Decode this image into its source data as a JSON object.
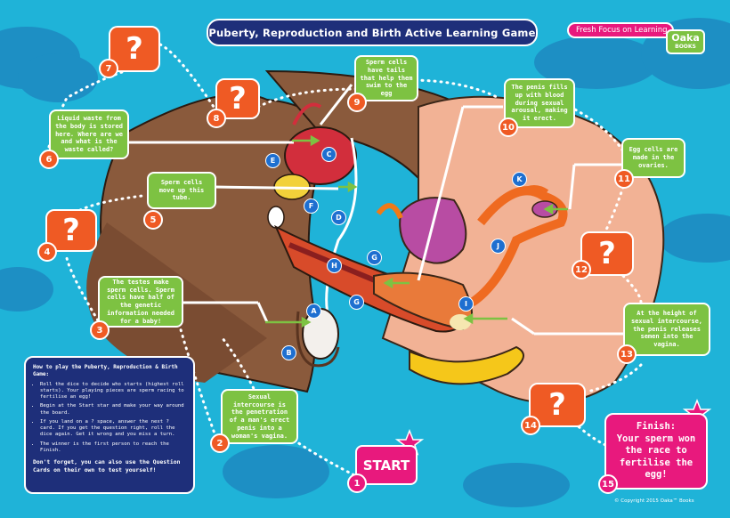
{
  "title": "Puberty, Reproduction and Birth Active Learning Game",
  "brand": {
    "tagline": "Fresh Focus on Learning",
    "logo_line1": "Oaka",
    "logo_line2": "BOOKS"
  },
  "colors": {
    "background": "#1fb3d8",
    "fact_card": "#7dc242",
    "question_card": "#ef5a24",
    "start_finish": "#e8197d",
    "panel": "#1e2f7a",
    "label_marker": "#1e6fd0"
  },
  "question_mark": "?",
  "spaces": [
    {
      "number": "1",
      "type": "start",
      "text": "START"
    },
    {
      "number": "2",
      "type": "fact",
      "text": "Sexual intercourse is the penetration of a man's erect penis into a woman's vagina."
    },
    {
      "number": "3",
      "type": "fact",
      "text": "The testes make sperm cells. Sperm cells have half of the genetic information needed for a baby!"
    },
    {
      "number": "4",
      "type": "question"
    },
    {
      "number": "5",
      "type": "fact",
      "text": "Sperm cells move up this tube."
    },
    {
      "number": "6",
      "type": "fact",
      "text": "Liquid waste from the body is stored here. Where are we and what is the waste called?"
    },
    {
      "number": "7",
      "type": "question"
    },
    {
      "number": "8",
      "type": "question"
    },
    {
      "number": "9",
      "type": "fact",
      "text": "Sperm cells have tails that help them swim to the egg"
    },
    {
      "number": "10",
      "type": "fact",
      "text": "The penis fills up with blood during sexual arousal, making it erect."
    },
    {
      "number": "11",
      "type": "fact",
      "text": "Egg cells are made in the ovaries."
    },
    {
      "number": "12",
      "type": "question"
    },
    {
      "number": "13",
      "type": "fact",
      "text": "At the height of sexual intercourse, the penis releases semen into the vagina."
    },
    {
      "number": "14",
      "type": "question"
    },
    {
      "number": "15",
      "type": "finish",
      "title": "Finish:",
      "text": "Your sperm won the race to fertilise the egg!"
    }
  ],
  "labels": [
    "A",
    "B",
    "C",
    "D",
    "E",
    "F",
    "G",
    "G",
    "H",
    "I",
    "J",
    "K"
  ],
  "howto": {
    "heading": "How to play the Puberty, Reproduction & Birth Game:",
    "rules": [
      "Roll the dice to decide who starts (highest roll starts). Your playing pieces are sperm racing to fertilise an egg!",
      "Begin at the Start star and make your way around the board.",
      "If you land on a ? space, answer the next ? card. If you get the question right, roll the dice again. Get it wrong and you miss a turn.",
      "The winner is the first person to reach the Finish."
    ],
    "footer": "Don't forget, you can also use the Question Cards on their own to test yourself!"
  },
  "copyright": "© Copyright 2015 Oaka™ Books"
}
